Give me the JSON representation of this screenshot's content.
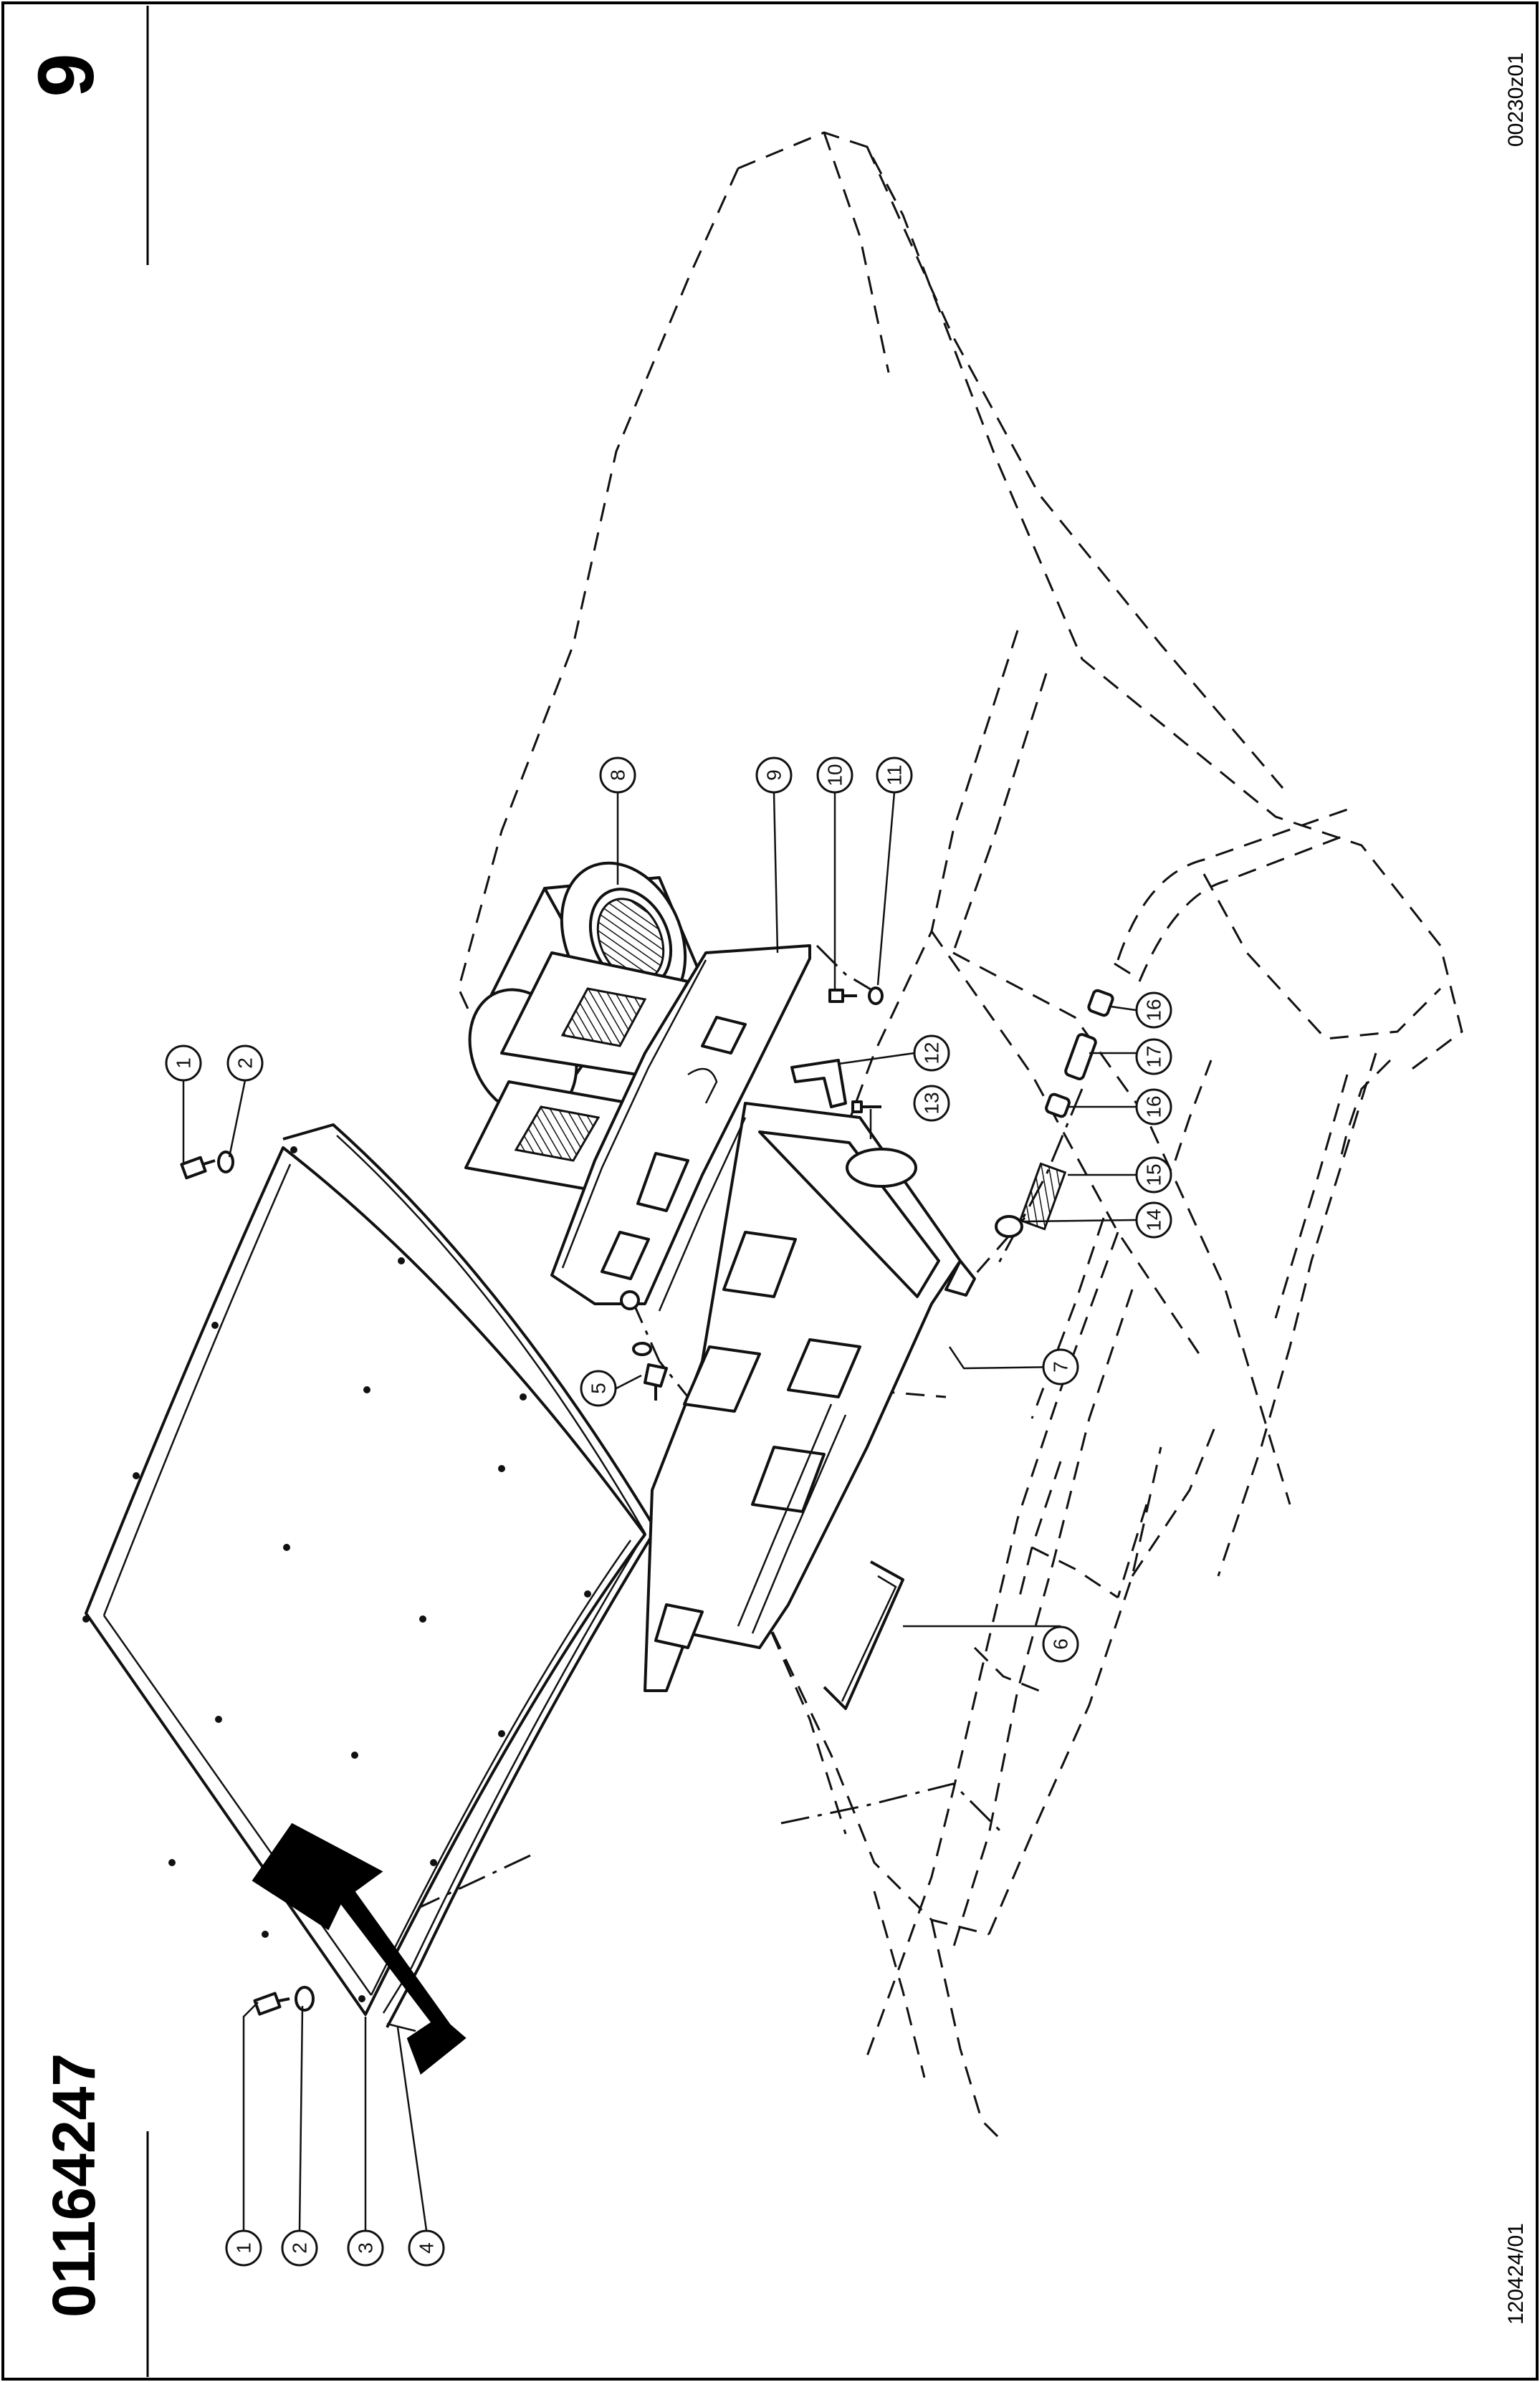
{
  "header": {
    "part_number": "01164247",
    "page_number": "9",
    "drawing_code_top": "00230z01",
    "drawing_code_bottom": "120424/01"
  },
  "callouts": [
    "1",
    "2",
    "3",
    "4",
    "5",
    "6",
    "7",
    "8",
    "9",
    "10",
    "11",
    "12",
    "13",
    "14",
    "15",
    "16",
    "17"
  ],
  "icons": {
    "direction": "arrow-icon"
  }
}
